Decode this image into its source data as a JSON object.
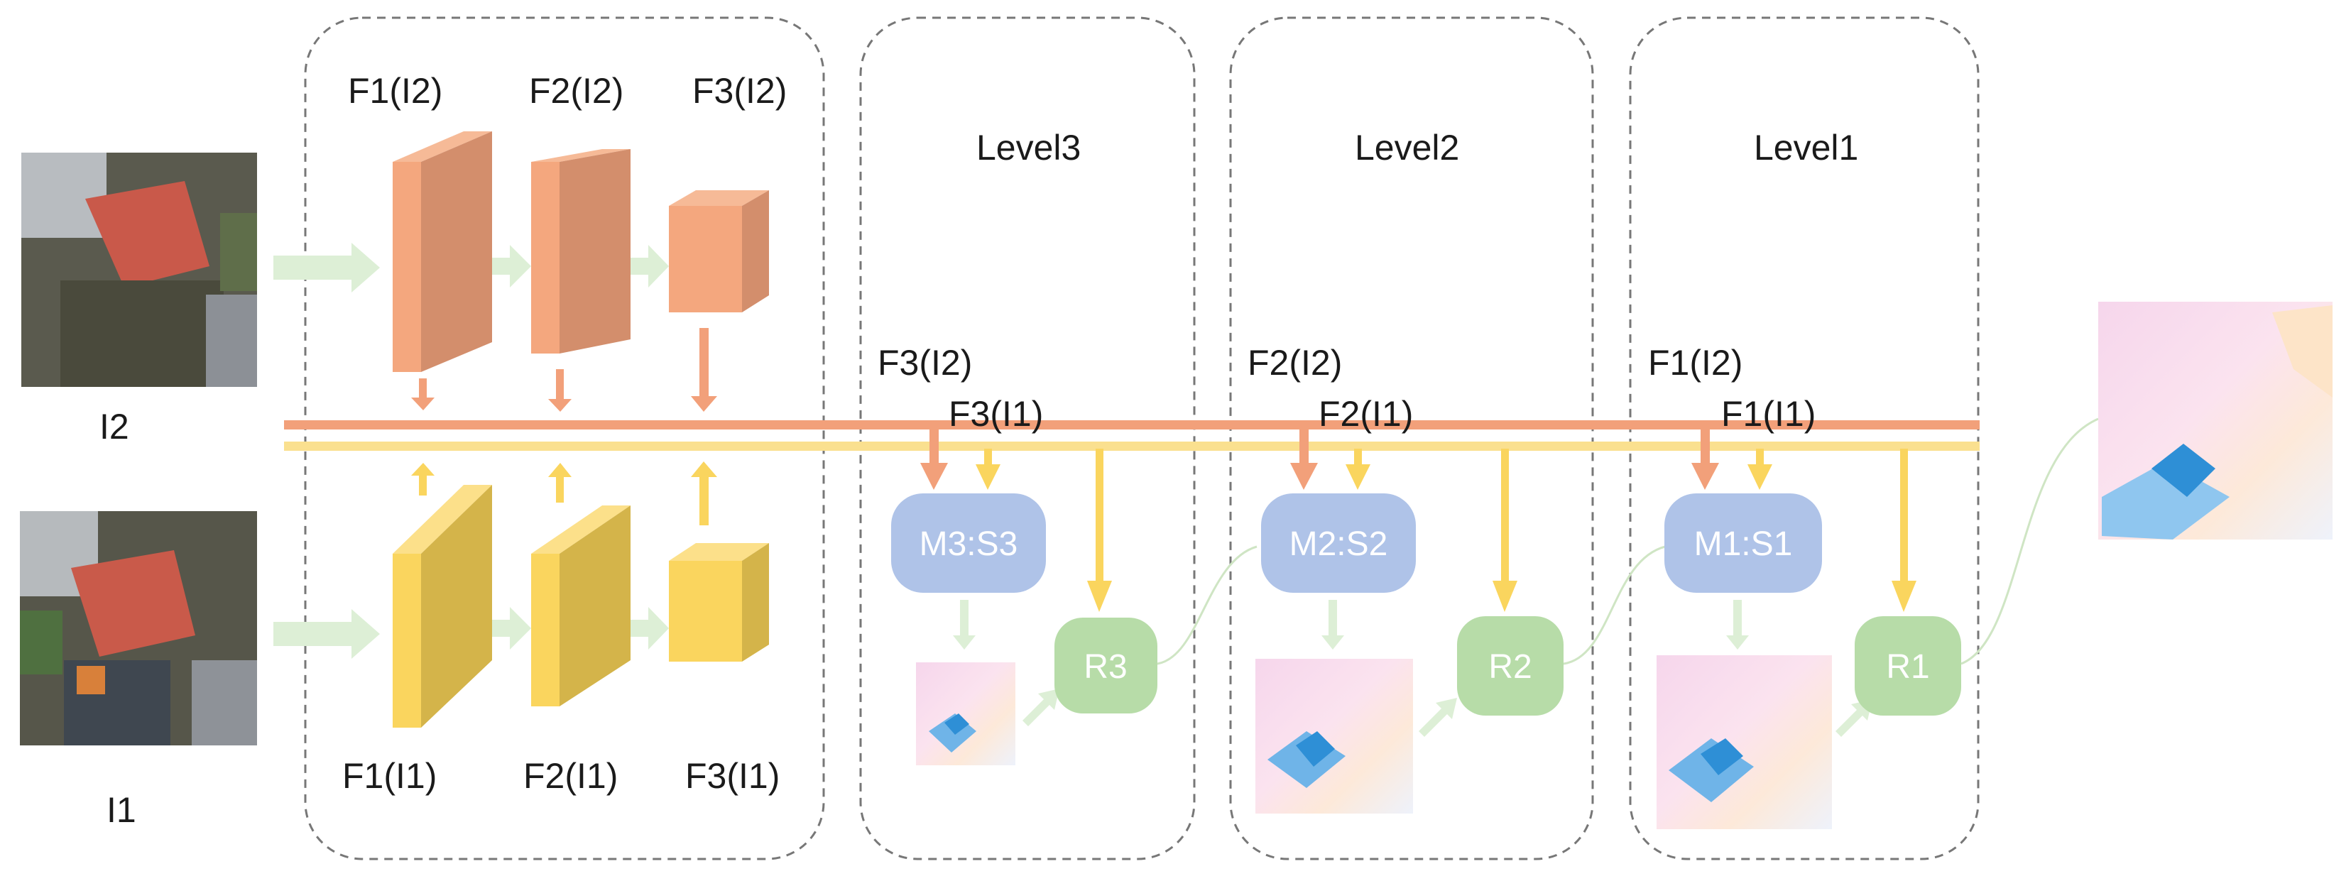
{
  "inputs": {
    "top_image_label": "I2",
    "bottom_image_label": "I1"
  },
  "encoder": {
    "top_labels": [
      "F1(I2)",
      "F2(I2)",
      "F3(I2)"
    ],
    "bottom_labels": [
      "F1(I1)",
      "F2(I1)",
      "F3(I1)"
    ]
  },
  "levels": [
    {
      "title": "Level3",
      "feat_top": "F3(I2)",
      "feat_bottom": "F3(I1)",
      "match": "M3:S3",
      "refine": "R3"
    },
    {
      "title": "Level2",
      "feat_top": "F2(I2)",
      "feat_bottom": "F2(I1)",
      "match": "M2:S2",
      "refine": "R2"
    },
    {
      "title": "Level1",
      "feat_top": "F1(I2)",
      "feat_bottom": "F1(I1)",
      "match": "M1:S1",
      "refine": "R1"
    }
  ],
  "colors": {
    "orange_block": "#F4A77E",
    "yellow_block": "#FAD55E",
    "orange_bus": "#F2A07A",
    "yellow_bus": "#FAE08F",
    "match_box": "#AFC3E8",
    "refine_box": "#B7DCA8",
    "flow_arrow": "#DDEFD6"
  },
  "icons": [
    "aerial-photo-icon",
    "optical-flow-map-icon"
  ]
}
